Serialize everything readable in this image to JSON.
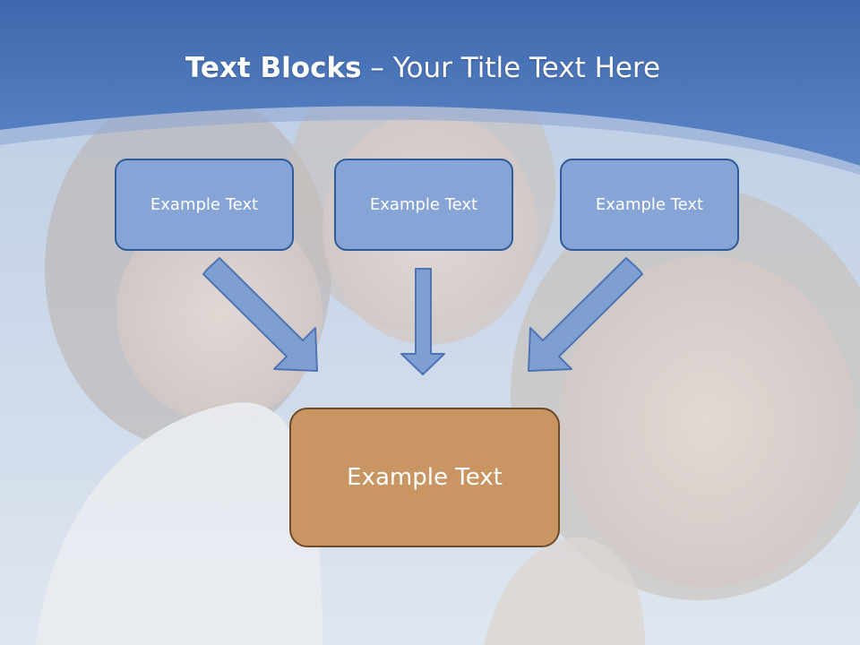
{
  "slide": {
    "title_bold": "Text Blocks",
    "title_rest": " – Your Title Text Here",
    "top_boxes": [
      {
        "label": "Example Text"
      },
      {
        "label": "Example Text"
      },
      {
        "label": "Example Text"
      }
    ],
    "center_box": {
      "label": "Example Text"
    }
  },
  "colors": {
    "header_blue": "#4e79c0",
    "box_fill": "#86a4d6",
    "box_border": "#2f5a98",
    "center_fill": "#c99563",
    "center_border": "#6e4a26",
    "arrow_fill": "#7f9fd3"
  },
  "background": {
    "image": "photo-of-three-smiling-people",
    "tint": "light-blue"
  }
}
